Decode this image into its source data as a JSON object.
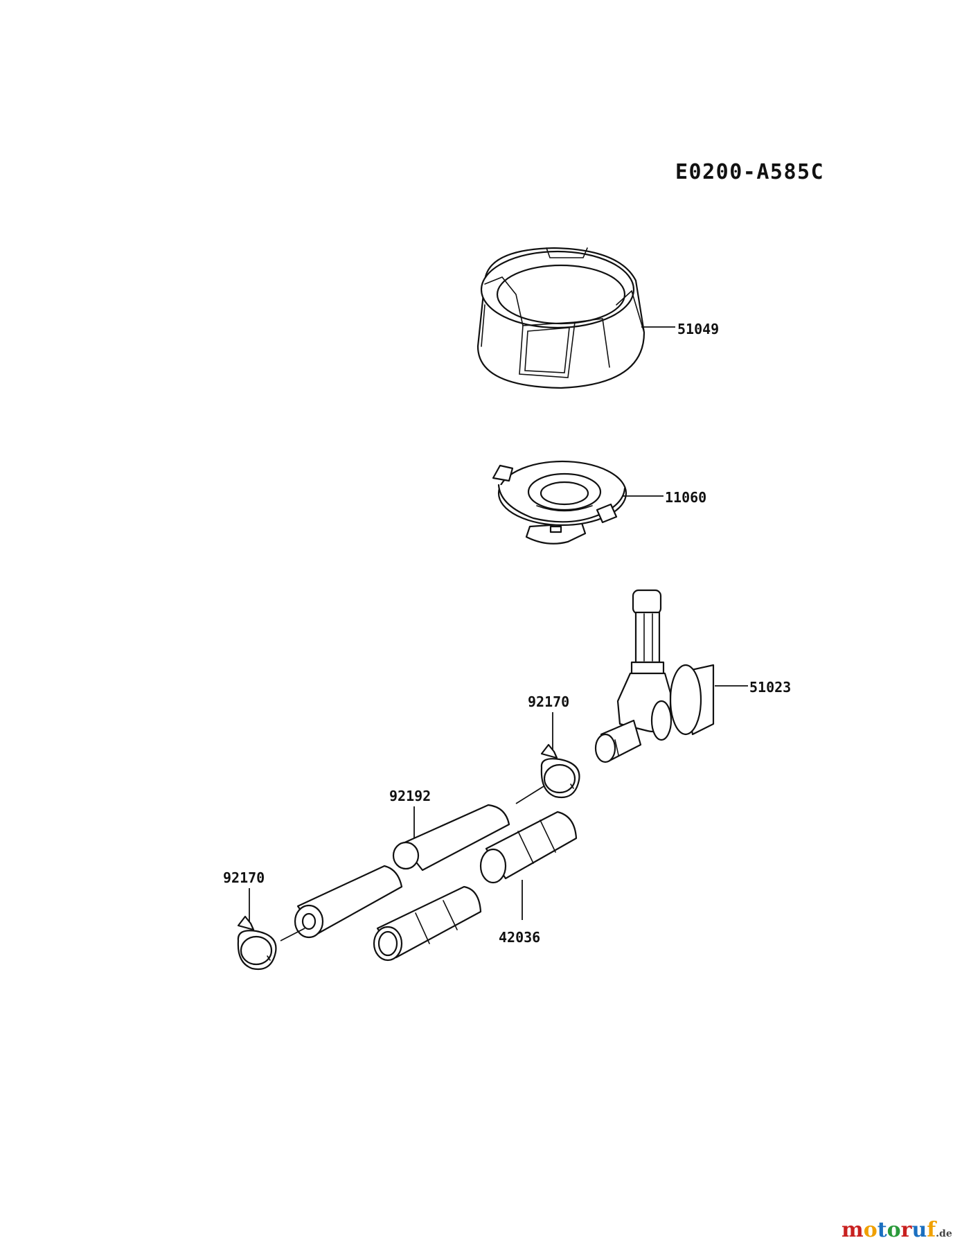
{
  "diagram_code": "E0200-A585C",
  "parts": [
    {
      "id": "cap",
      "number": "51049"
    },
    {
      "id": "filler",
      "number": "11060"
    },
    {
      "id": "valve",
      "number": "51023"
    },
    {
      "id": "clamp-upper",
      "number": "92170"
    },
    {
      "id": "fuel-hose",
      "number": "92192"
    },
    {
      "id": "clamp-lower",
      "number": "92170"
    },
    {
      "id": "protector",
      "number": "42036"
    }
  ],
  "watermark": {
    "brand": "motoruf",
    "suffix": ".de",
    "colors": [
      "#c8201f",
      "#f0a000",
      "#1a6fc0",
      "#2a9a3a",
      "#c8201f",
      "#1a6fc0",
      "#f0a000"
    ]
  }
}
